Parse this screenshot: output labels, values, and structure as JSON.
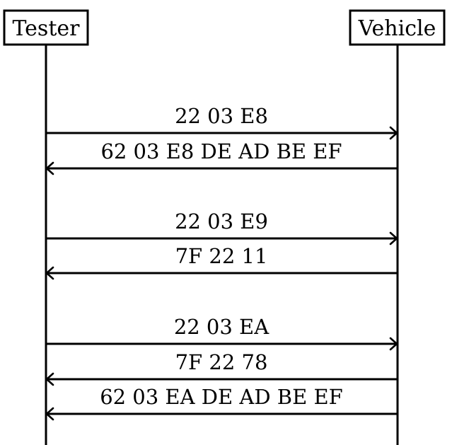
{
  "actors": [
    {
      "id": "tester",
      "label": "Tester"
    },
    {
      "id": "vehicle",
      "label": "Vehicle"
    }
  ],
  "messages": [
    {
      "from": "tester",
      "to": "vehicle",
      "label": "22 03 E8"
    },
    {
      "from": "vehicle",
      "to": "tester",
      "label": "62 03 E8 DE AD BE EF"
    },
    {
      "from": "tester",
      "to": "vehicle",
      "label": "22 03 E9"
    },
    {
      "from": "vehicle",
      "to": "tester",
      "label": "7F 22 11"
    },
    {
      "from": "tester",
      "to": "vehicle",
      "label": "22 03 EA"
    },
    {
      "from": "vehicle",
      "to": "tester",
      "label": "7F 22 78"
    },
    {
      "from": "vehicle",
      "to": "tester",
      "label": "62 03 EA DE AD BE EF"
    }
  ]
}
